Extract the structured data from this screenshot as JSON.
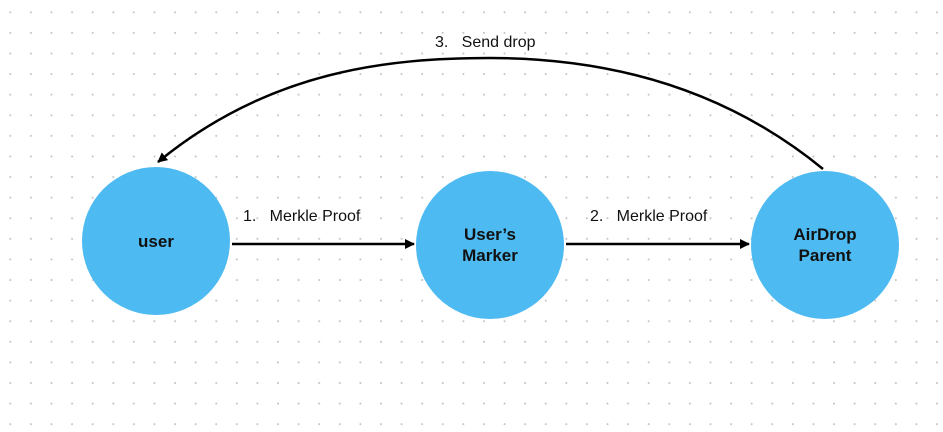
{
  "colors": {
    "node_fill": "#4dbaf2",
    "edge_stroke": "#000000",
    "text": "#111111"
  },
  "nodes": [
    {
      "id": "user",
      "label": "user"
    },
    {
      "id": "marker",
      "label": "User’s\nMarker"
    },
    {
      "id": "parent",
      "label": "AirDrop\nParent"
    }
  ],
  "edges": [
    {
      "from": "user",
      "to": "marker",
      "label": "1.   Merkle Proof"
    },
    {
      "from": "marker",
      "to": "parent",
      "label": "2.   Merkle Proof"
    },
    {
      "from": "parent",
      "to": "user",
      "label": "3.   Send drop"
    }
  ]
}
